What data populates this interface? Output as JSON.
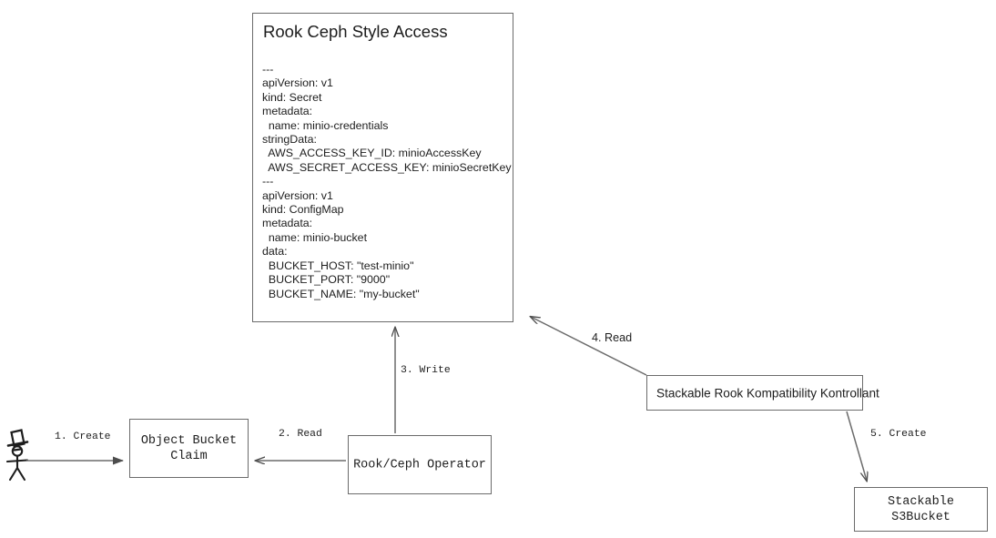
{
  "diagram": {
    "title": "Rook Ceph Style Access",
    "yaml_card": {
      "title": "Rook Ceph Style Access",
      "lines": [
        "---",
        "apiVersion: v1",
        "kind: Secret",
        "metadata:",
        "  name: minio-credentials",
        "stringData:",
        "  AWS_ACCESS_KEY_ID: minioAccessKey",
        "  AWS_SECRET_ACCESS_KEY: minioSecretKey",
        "---",
        "apiVersion: v1",
        "kind: ConfigMap",
        "metadata:",
        "  name: minio-bucket",
        "data:",
        "  BUCKET_HOST: \"test-minio\"",
        "  BUCKET_PORT: \"9000\"",
        "  BUCKET_NAME: \"my-bucket\""
      ],
      "text": "---\napiVersion: v1\nkind: Secret\nmetadata:\n  name: minio-credentials\nstringData:\n  AWS_ACCESS_KEY_ID: minioAccessKey\n  AWS_SECRET_ACCESS_KEY: minioSecretKey\n---\napiVersion: v1\nkind: ConfigMap\nmetadata:\n  name: minio-bucket\ndata:\n  BUCKET_HOST: \"test-minio\"\n  BUCKET_PORT: \"9000\"\n  BUCKET_NAME: \"my-bucket\""
    },
    "nodes": {
      "actor": "stick-figure-user",
      "object_bucket_claim": "Object Bucket\nClaim",
      "rook_ceph_operator": "Rook/Ceph Operator",
      "srkk": "Stackable Rook Kompatibility Kontrollant",
      "s3bucket": "Stackable S3Bucket"
    },
    "edges": [
      {
        "id": "1",
        "label": "1. Create",
        "from": "actor",
        "to": "object_bucket_claim"
      },
      {
        "id": "2",
        "label": "2. Read",
        "from": "rook_ceph_operator",
        "to": "object_bucket_claim"
      },
      {
        "id": "3",
        "label": "3. Write",
        "from": "rook_ceph_operator",
        "to": "yaml_card"
      },
      {
        "id": "4",
        "label": "4. Read",
        "from": "srkk",
        "to": "yaml_card"
      },
      {
        "id": "5",
        "label": "5. Create",
        "from": "srkk",
        "to": "s3bucket"
      }
    ],
    "colors": {
      "stroke": "#6b6b6b",
      "arrow": "#4d4d4d",
      "text": "#1d1d1d",
      "background": "#ffffff"
    }
  }
}
